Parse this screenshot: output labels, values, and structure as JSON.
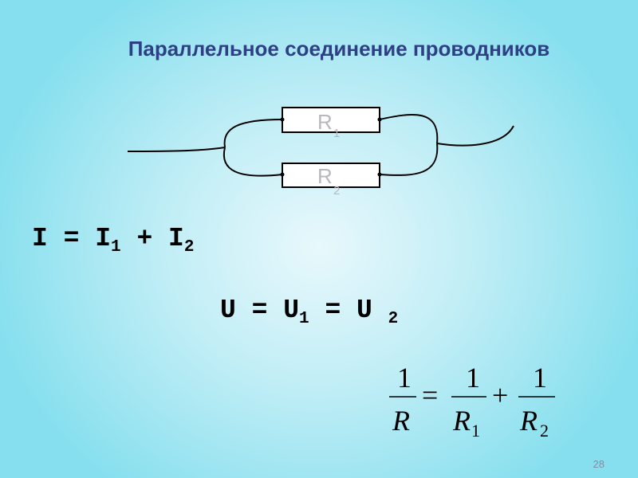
{
  "title": "Параллельное соединение проводников",
  "circuit": {
    "resistor1": {
      "letter": "R",
      "index": "1"
    },
    "resistor2": {
      "letter": "R",
      "index": "2"
    }
  },
  "formulas": {
    "current": {
      "total": "I = I",
      "i1_sub": "1",
      "plus": " + I",
      "i2_sub": "2"
    },
    "voltage": {
      "total": "U = U",
      "u1_sub": "1",
      "eq": " = U ",
      "u2_sub": "2"
    },
    "resistance": {
      "one": "1",
      "R": "R",
      "equals": "=",
      "plus": "+",
      "sub1": "1",
      "sub2": "2"
    }
  },
  "slide_number": "28"
}
